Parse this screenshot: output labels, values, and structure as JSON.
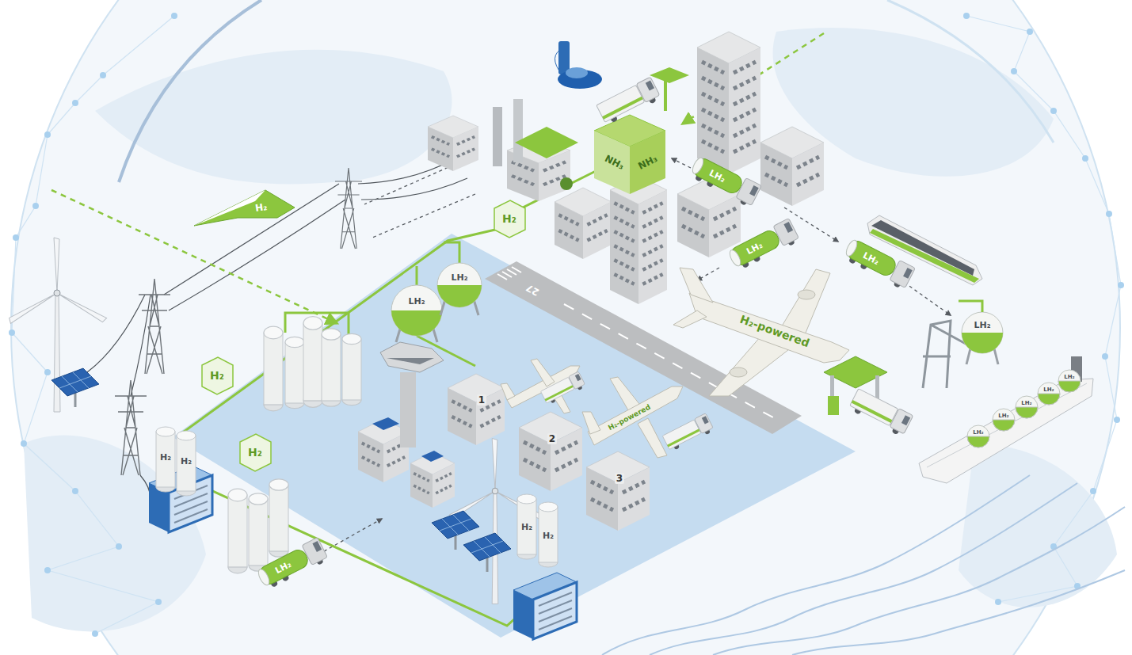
{
  "diagram": {
    "labels": [
      "NH₃",
      "NH₃",
      "LH₂",
      "H₂",
      "H₂",
      "LH₂",
      "LH₂",
      "LH₂",
      "LH₂",
      "27",
      "H₂-powered",
      "H₂",
      "LH₂",
      "1",
      "LH₂",
      "LH₂",
      "LH₂",
      "LH₂",
      "LH₂",
      "H₂-powered",
      "H₂",
      "H₂",
      "H₂",
      "2",
      "3",
      "H₂",
      "H₂",
      "LH₂"
    ]
  }
}
